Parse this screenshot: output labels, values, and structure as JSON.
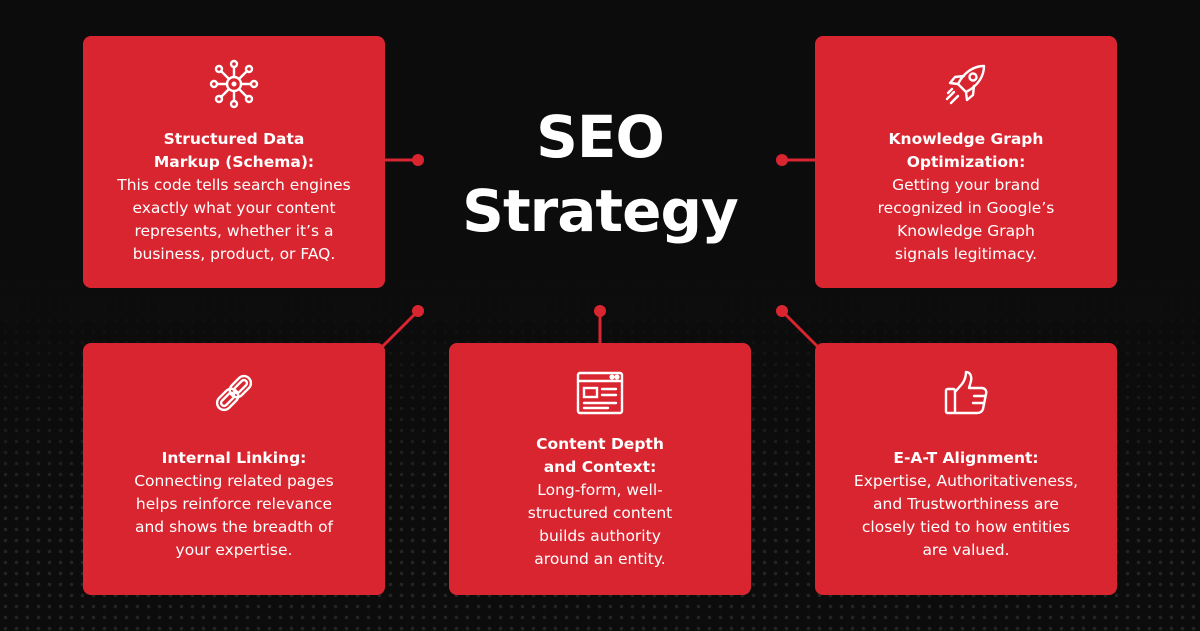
{
  "title": "SEO\nStrategy",
  "colors": {
    "background": "#0c0c0c",
    "card": "#d9252f",
    "text": "#ffffff",
    "connector": "#d9252f"
  },
  "cards": [
    {
      "icon": "network-hub-icon",
      "heading": "Structured Data\nMarkup (Schema):",
      "body": "This code tells search engines\nexactly what your content\nrepresents, whether it’s a\nbusiness, product, or FAQ."
    },
    {
      "icon": "rocket-icon",
      "heading": "Knowledge Graph\nOptimization:",
      "body": "Getting your brand\nrecognized in Google’s\nKnowledge Graph\nsignals legitimacy."
    },
    {
      "icon": "chain-link-icon",
      "heading": "Internal Linking:",
      "body": "Connecting related pages\nhelps reinforce relevance\nand shows the breadth of\nyour expertise."
    },
    {
      "icon": "webpage-layout-icon",
      "heading": "Content Depth\nand Context:",
      "body": "Long-form, well-\nstructured content\nbuilds authority\naround an entity."
    },
    {
      "icon": "thumbs-up-icon",
      "heading": "E-A-T Alignment:",
      "body": "Expertise, Authoritativeness,\nand Trustworthiness are\nclosely tied to how entities\nare valued."
    }
  ]
}
